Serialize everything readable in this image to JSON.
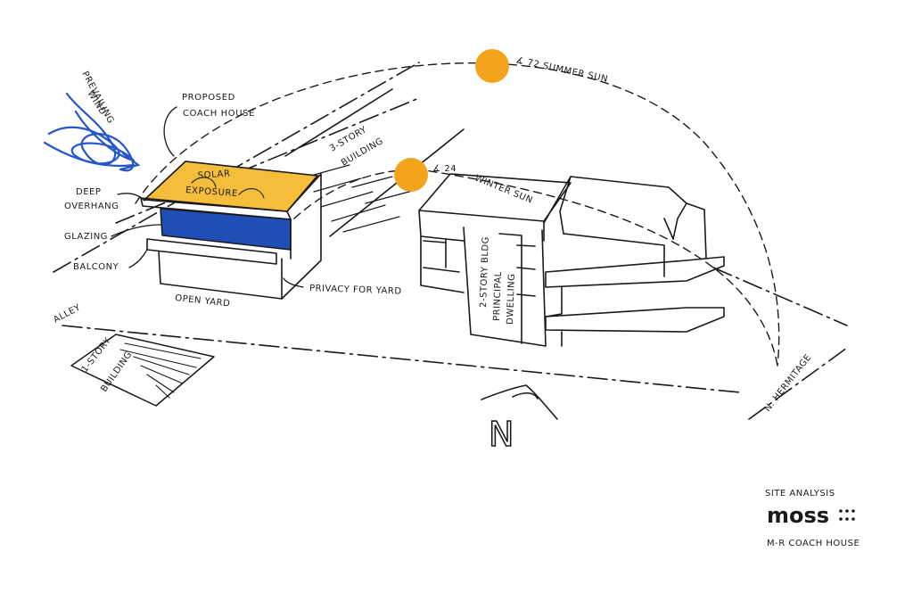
{
  "colors": {
    "ink": "#1a1a1a",
    "sun": "#f2a51c",
    "solar_roof": "#f4bd3a",
    "glazing": "#1f4fb5",
    "wind": "#2557c9"
  },
  "wind": {
    "label_line1": "PREVAILING",
    "label_line2": "WIND"
  },
  "coach_house": {
    "title_line1": "PROPOSED",
    "title_line2": "COACH HOUSE",
    "roof_label_line1": "SOLAR",
    "roof_label_line2": "EXPOSURE"
  },
  "annotations": {
    "deep_overhang_line1": "DEEP",
    "deep_overhang_line2": "OVERHANG",
    "glazing": "GLAZING",
    "balcony": "BALCONY",
    "open_yard": "OPEN YARD",
    "privacy": "PRIVACY FOR YARD",
    "alley": "ALLEY",
    "one_story_line1": "1-STORY",
    "one_story_line2": "BUILDING",
    "three_story_line1": "3-STORY",
    "three_story_line2": "BUILDING",
    "two_story_line1": "2-STORY BLDG",
    "two_story_line2": "PRINCIPAL",
    "two_story_line3": "DWELLING",
    "street": "N. HERMITAGE"
  },
  "sun": {
    "summer_label": "∡ 72 SUMMER SUN",
    "winter_label": "∡ 24",
    "winter_text": "WINTER SUN"
  },
  "north": {
    "label": "N",
    "icon": "north-arrow-icon"
  },
  "title_block": {
    "line1": "SITE ANALYSIS",
    "logo": "moss",
    "logo_dots": "•••\n•••",
    "line3": "M-R COACH HOUSE"
  }
}
